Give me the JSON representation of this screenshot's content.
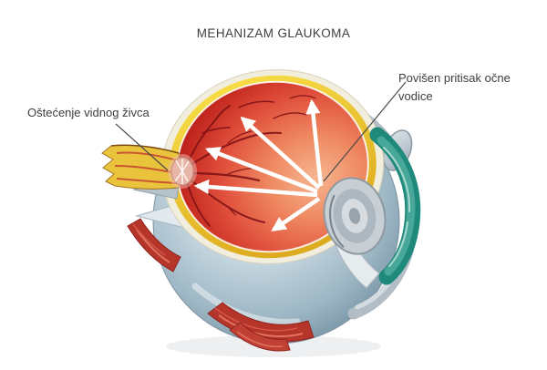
{
  "diagram": {
    "title": "MEHANIZAM GLAUKOMA",
    "labels": {
      "optic_nerve_damage": "Oštećenje vidnog živca",
      "increased_pressure": "Povišen pritisak očne vodice"
    },
    "colors": {
      "background": "#ffffff",
      "text": "#3d3d3d",
      "eye_interior_red": "#d63a2f",
      "sclera_yellow": "#f2cf2e",
      "eyeball_blue_gray": "#aec4d2",
      "ciliary_muscle_teal": "#2f9a8c",
      "muscle_red": "#b5352b",
      "pressure_arrows": "#ffffff"
    }
  }
}
